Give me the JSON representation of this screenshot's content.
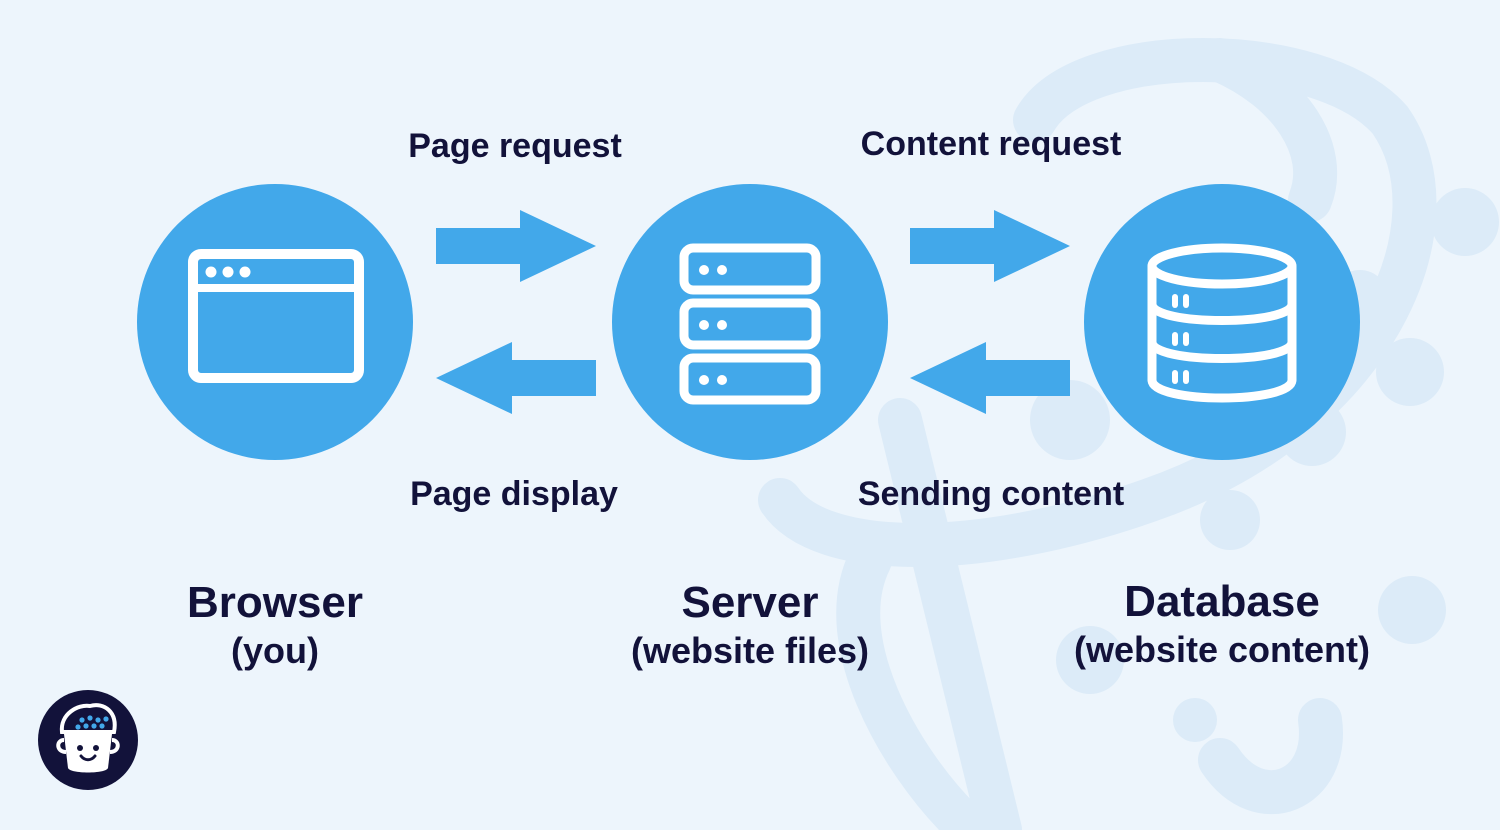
{
  "flows": {
    "page_request": "Page request",
    "page_display": "Page display",
    "content_request": "Content request",
    "sending_content": "Sending content"
  },
  "nodes": {
    "browser": {
      "title": "Browser",
      "subtitle": "(you)"
    },
    "server": {
      "title": "Server",
      "subtitle": "(website files)"
    },
    "database": {
      "title": "Database",
      "subtitle": "(website content)"
    }
  },
  "colors": {
    "background": "#edf5fc",
    "node_fill": "#42a8ea",
    "arrow_fill": "#42a8ea",
    "text": "#12123a",
    "watermark": "#dcebf8"
  },
  "icons": [
    "browser-window-icon",
    "server-rack-icon",
    "database-icon",
    "logo-mascot-icon"
  ]
}
